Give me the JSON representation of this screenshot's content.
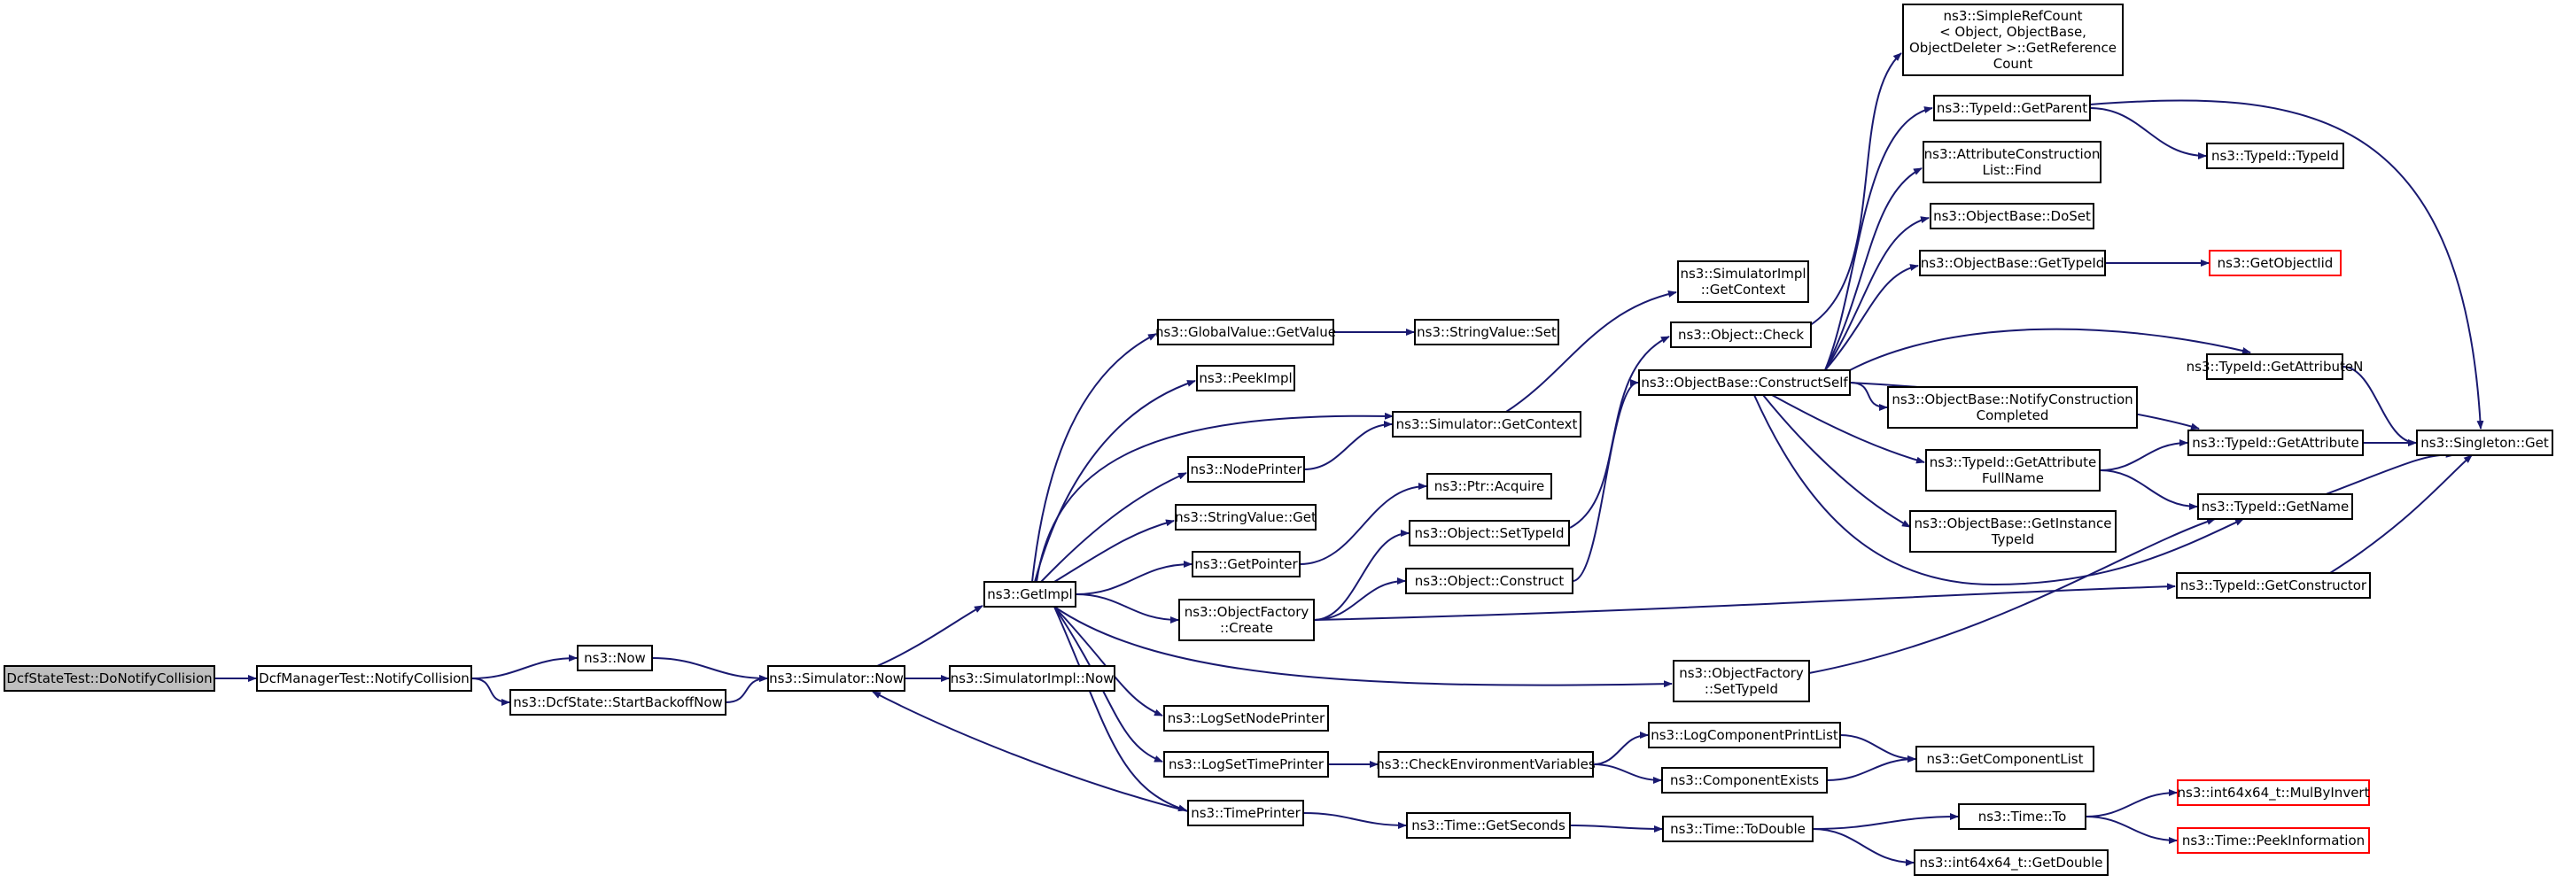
{
  "colors": {
    "edge": "#191970",
    "root_fill": "#bfbfbf",
    "link_border": "#000000",
    "undocumented_border": "#ff0000"
  },
  "nodes": [
    {
      "id": "dostate",
      "lines": [
        "DcfStateTest::DoNotifyCollision"
      ],
      "style": "root"
    },
    {
      "id": "notify",
      "lines": [
        "DcfManagerTest::NotifyCollision"
      ]
    },
    {
      "id": "now",
      "lines": [
        "ns3::Now"
      ]
    },
    {
      "id": "backoff",
      "lines": [
        "ns3::DcfState::StartBackoffNow"
      ]
    },
    {
      "id": "simnow",
      "lines": [
        "ns3::Simulator::Now"
      ]
    },
    {
      "id": "simimplnow",
      "lines": [
        "ns3::SimulatorImpl::Now"
      ]
    },
    {
      "id": "getimpl",
      "lines": [
        "ns3::GetImpl"
      ]
    },
    {
      "id": "gvget",
      "lines": [
        "ns3::GlobalValue::GetValue"
      ]
    },
    {
      "id": "svset",
      "lines": [
        "ns3::StringValue::Set"
      ]
    },
    {
      "id": "peekimpl",
      "lines": [
        "ns3::PeekImpl"
      ]
    },
    {
      "id": "simctx",
      "lines": [
        "ns3::Simulator::GetContext"
      ]
    },
    {
      "id": "simimplctx",
      "lines": [
        "ns3::SimulatorImpl",
        "::GetContext"
      ]
    },
    {
      "id": "nodeprinter",
      "lines": [
        "ns3::NodePrinter"
      ]
    },
    {
      "id": "svget",
      "lines": [
        "ns3::StringValue::Get"
      ]
    },
    {
      "id": "getpointer",
      "lines": [
        "ns3::GetPointer"
      ]
    },
    {
      "id": "ptracq",
      "lines": [
        "ns3::Ptr::Acquire"
      ]
    },
    {
      "id": "ofcreate",
      "lines": [
        "ns3::ObjectFactory",
        "::Create"
      ]
    },
    {
      "id": "objsettid",
      "lines": [
        "ns3::Object::SetTypeId"
      ]
    },
    {
      "id": "objconstruct",
      "lines": [
        "ns3::Object::Construct"
      ]
    },
    {
      "id": "objcheck",
      "lines": [
        "ns3::Object::Check"
      ]
    },
    {
      "id": "obconstructself",
      "lines": [
        "ns3::ObjectBase::ConstructSelf"
      ]
    },
    {
      "id": "ofsettid",
      "lines": [
        "ns3::ObjectFactory",
        "::SetTypeId"
      ]
    },
    {
      "id": "lognode",
      "lines": [
        "ns3::LogSetNodePrinter"
      ]
    },
    {
      "id": "logtime",
      "lines": [
        "ns3::LogSetTimePrinter"
      ]
    },
    {
      "id": "checkenv",
      "lines": [
        "ns3::CheckEnvironmentVariables"
      ]
    },
    {
      "id": "timeprinter",
      "lines": [
        "ns3::TimePrinter"
      ]
    },
    {
      "id": "timegetsec",
      "lines": [
        "ns3::Time::GetSeconds"
      ]
    },
    {
      "id": "lcpl",
      "lines": [
        "ns3::LogComponentPrintList"
      ]
    },
    {
      "id": "compexists",
      "lines": [
        "ns3::ComponentExists"
      ]
    },
    {
      "id": "getcomplist",
      "lines": [
        "ns3::GetComponentList"
      ]
    },
    {
      "id": "timetodouble",
      "lines": [
        "ns3::Time::ToDouble"
      ]
    },
    {
      "id": "timeto",
      "lines": [
        "ns3::Time::To"
      ]
    },
    {
      "id": "i64getdouble",
      "lines": [
        "ns3::int64x64_t::GetDouble"
      ]
    },
    {
      "id": "mulbyinvert",
      "lines": [
        "ns3::int64x64_t::MulByInvert"
      ],
      "style": "red"
    },
    {
      "id": "peekinfo",
      "lines": [
        "ns3::Time::PeekInformation"
      ],
      "style": "red"
    },
    {
      "id": "simplerefcount",
      "lines": [
        "ns3::SimpleRefCount",
        "< Object, ObjectBase,",
        "ObjectDeleter >::GetReference",
        "Count"
      ]
    },
    {
      "id": "tidgetparent",
      "lines": [
        "ns3::TypeId::GetParent"
      ]
    },
    {
      "id": "tidtid",
      "lines": [
        "ns3::TypeId::TypeId"
      ]
    },
    {
      "id": "acfind",
      "lines": [
        "ns3::AttributeConstruction",
        "List::Find"
      ]
    },
    {
      "id": "obdoset",
      "lines": [
        "ns3::ObjectBase::DoSet"
      ]
    },
    {
      "id": "obgettid",
      "lines": [
        "ns3::ObjectBase::GetTypeId"
      ]
    },
    {
      "id": "getobjectiid",
      "lines": [
        "ns3::GetObjectIid"
      ],
      "style": "red"
    },
    {
      "id": "tidgetattrn",
      "lines": [
        "ns3::TypeId::GetAttributeN"
      ]
    },
    {
      "id": "obnotify",
      "lines": [
        "ns3::ObjectBase::NotifyConstruction",
        "Completed"
      ]
    },
    {
      "id": "tidgetattrfull",
      "lines": [
        "ns3::TypeId::GetAttribute",
        "FullName"
      ]
    },
    {
      "id": "tidgetattr",
      "lines": [
        "ns3::TypeId::GetAttribute"
      ]
    },
    {
      "id": "singletonget",
      "lines": [
        "ns3::Singleton::Get"
      ]
    },
    {
      "id": "tidgetname",
      "lines": [
        "ns3::TypeId::GetName"
      ]
    },
    {
      "id": "obgetinst",
      "lines": [
        "ns3::ObjectBase::GetInstance",
        "TypeId"
      ]
    },
    {
      "id": "tidgetctor",
      "lines": [
        "ns3::TypeId::GetConstructor"
      ]
    }
  ],
  "edges": [
    [
      "dostate",
      "notify"
    ],
    [
      "notify",
      "now"
    ],
    [
      "notify",
      "backoff"
    ],
    [
      "now",
      "simnow"
    ],
    [
      "backoff",
      "simnow"
    ],
    [
      "simnow",
      "simimplnow"
    ],
    [
      "simnow",
      "getimpl"
    ],
    [
      "getimpl",
      "gvget"
    ],
    [
      "gvget",
      "svset"
    ],
    [
      "getimpl",
      "peekimpl"
    ],
    [
      "getimpl",
      "simctx"
    ],
    [
      "simctx",
      "simimplctx"
    ],
    [
      "getimpl",
      "nodeprinter"
    ],
    [
      "nodeprinter",
      "simctx"
    ],
    [
      "getimpl",
      "svget"
    ],
    [
      "getimpl",
      "getpointer"
    ],
    [
      "getpointer",
      "ptracq"
    ],
    [
      "getimpl",
      "ofcreate"
    ],
    [
      "ofcreate",
      "objsettid"
    ],
    [
      "ofcreate",
      "objconstruct"
    ],
    [
      "ofcreate",
      "tidgetctor"
    ],
    [
      "objsettid",
      "objcheck"
    ],
    [
      "objconstruct",
      "obconstructself"
    ],
    [
      "getimpl",
      "ofsettid"
    ],
    [
      "ofsettid",
      "tidgetname"
    ],
    [
      "getimpl",
      "lognode"
    ],
    [
      "getimpl",
      "logtime"
    ],
    [
      "logtime",
      "checkenv"
    ],
    [
      "getimpl",
      "timeprinter"
    ],
    [
      "timeprinter",
      "simnow"
    ],
    [
      "timeprinter",
      "timegetsec"
    ],
    [
      "checkenv",
      "lcpl"
    ],
    [
      "checkenv",
      "compexists"
    ],
    [
      "lcpl",
      "getcomplist"
    ],
    [
      "compexists",
      "getcomplist"
    ],
    [
      "timegetsec",
      "timetodouble"
    ],
    [
      "timetodouble",
      "timeto"
    ],
    [
      "timetodouble",
      "i64getdouble"
    ],
    [
      "timeto",
      "mulbyinvert"
    ],
    [
      "timeto",
      "peekinfo"
    ],
    [
      "objcheck",
      "simplerefcount"
    ],
    [
      "obconstructself",
      "tidgetparent"
    ],
    [
      "tidgetparent",
      "tidtid"
    ],
    [
      "tidgetparent",
      "singletonget"
    ],
    [
      "obconstructself",
      "acfind"
    ],
    [
      "obconstructself",
      "obdoset"
    ],
    [
      "obconstructself",
      "obgettid"
    ],
    [
      "obgettid",
      "getobjectiid"
    ],
    [
      "obconstructself",
      "tidgetattrn"
    ],
    [
      "tidgetattrn",
      "singletonget"
    ],
    [
      "obconstructself",
      "obnotify"
    ],
    [
      "obconstructself",
      "tidgetattrfull"
    ],
    [
      "tidgetattrfull",
      "tidgetattr"
    ],
    [
      "tidgetattrfull",
      "tidgetname"
    ],
    [
      "obconstructself",
      "tidgetattr"
    ],
    [
      "tidgetattr",
      "singletonget"
    ],
    [
      "obconstructself",
      "obgetinst"
    ],
    [
      "obconstructself",
      "tidgetname"
    ],
    [
      "tidgetname",
      "singletonget"
    ],
    [
      "tidgetctor",
      "singletonget"
    ]
  ]
}
